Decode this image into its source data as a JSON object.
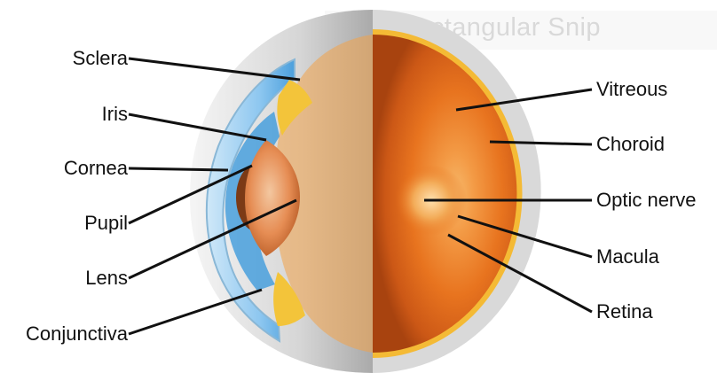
{
  "overlay": {
    "title": "Rectangular Snip",
    "icon": "snip-icon"
  },
  "labels": {
    "sclera": "Sclera",
    "iris": "Iris",
    "cornea": "Cornea",
    "pupil": "Pupil",
    "lens": "Lens",
    "conjunctiva": "Conjunctiva",
    "vitreous": "Vitreous",
    "choroid": "Choroid",
    "optic_nerve": "Optic nerve",
    "macula": "Macula",
    "retina": "Retina"
  },
  "colors": {
    "orange": "#e86f1f",
    "orange_dark": "#b94712",
    "yellow": "#f5c126",
    "blue": "#6fb6eb",
    "sclera": "#d8d8d8",
    "pupil": "#7b3a16"
  }
}
